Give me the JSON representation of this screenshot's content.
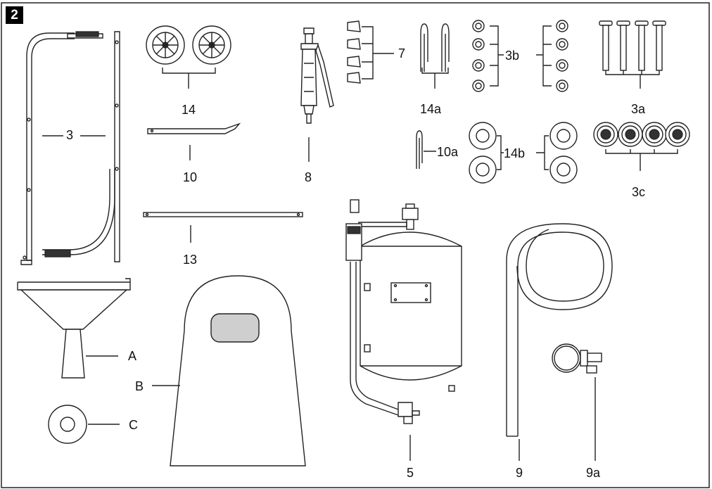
{
  "figure": {
    "number": "2"
  },
  "parts": [
    {
      "id": "3"
    },
    {
      "id": "14"
    },
    {
      "id": "10"
    },
    {
      "id": "8"
    },
    {
      "id": "7"
    },
    {
      "id": "14a"
    },
    {
      "id": "3b"
    },
    {
      "id": "3a"
    },
    {
      "id": "10a"
    },
    {
      "id": "14b"
    },
    {
      "id": "3c"
    },
    {
      "id": "13"
    },
    {
      "id": "A"
    },
    {
      "id": "B"
    },
    {
      "id": "C"
    },
    {
      "id": "5"
    },
    {
      "id": "9"
    },
    {
      "id": "9a"
    }
  ]
}
